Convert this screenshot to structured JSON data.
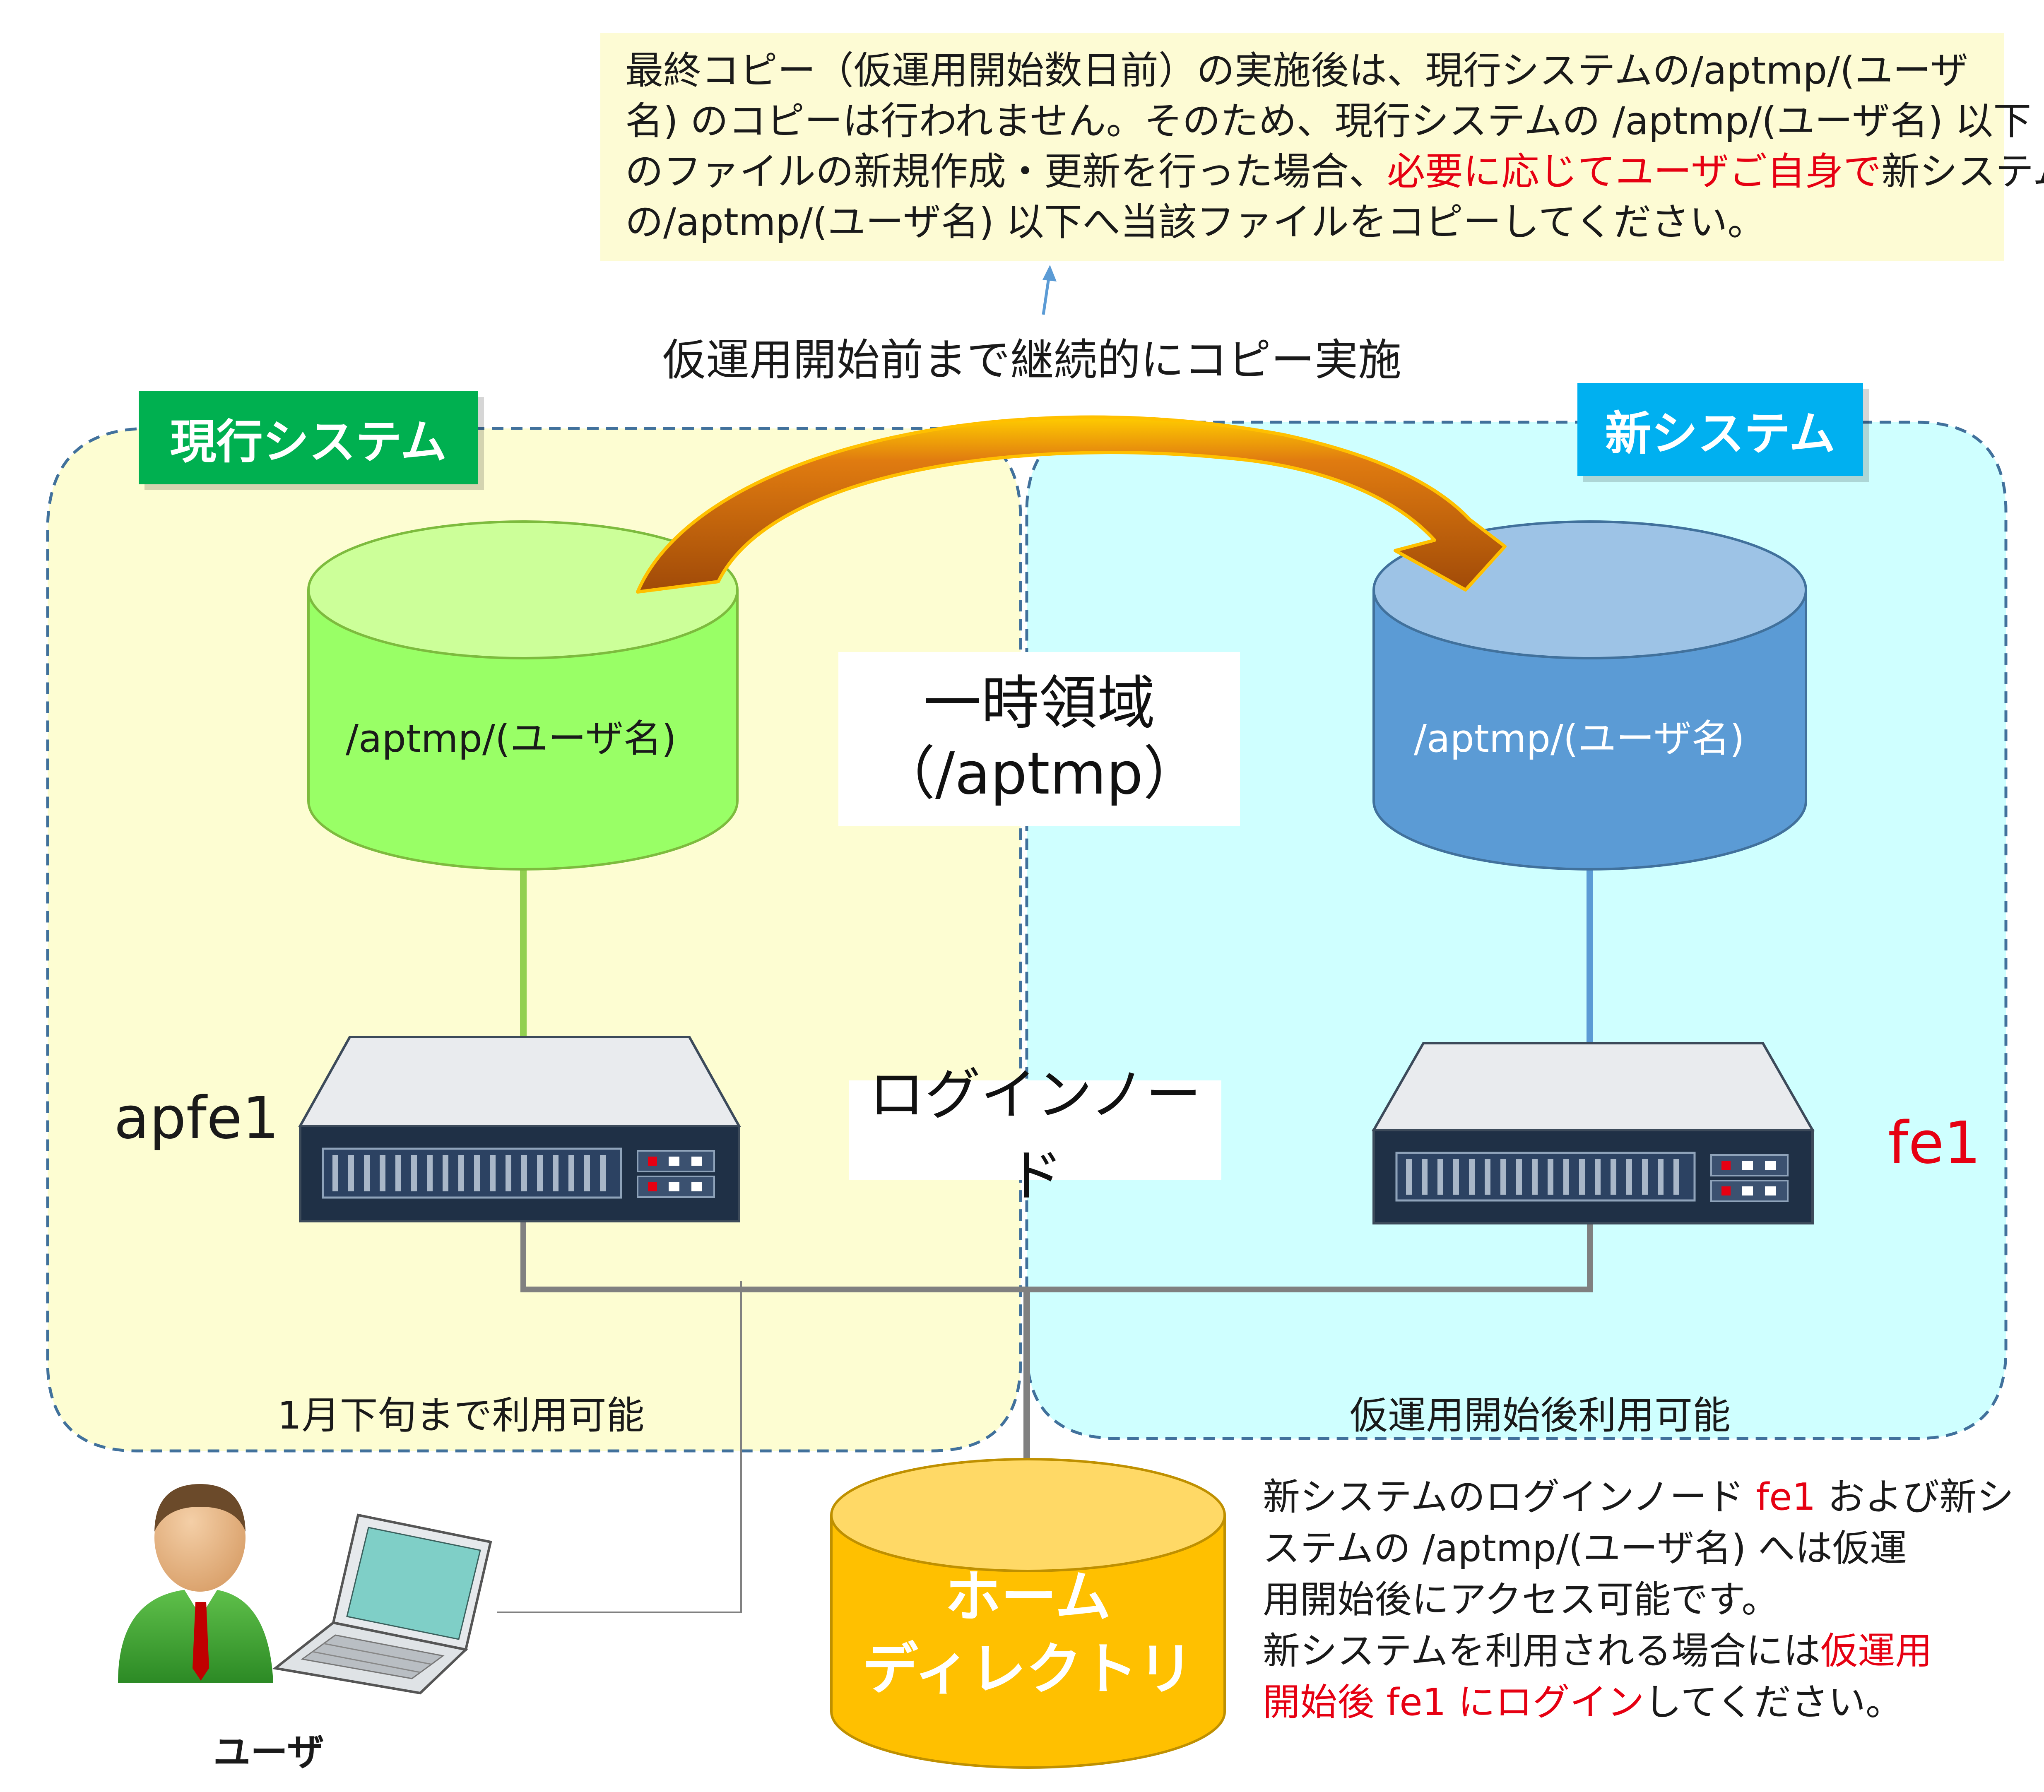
{
  "top_note": {
    "line1": "最終コピー（仮運用開始数日前）の実施後は、現行システムの/aptmp/(ユーザ",
    "line2": "名) のコピーは行われません。そのため、現行システムの /aptmp/(ユーザ名) 以下",
    "line3a": "のファイルの新規作成・更新を行った場合、",
    "line3b": "必要に応じてユーザご自身で",
    "line3c": "新システム",
    "line4": "の/aptmp/(ユーザ名) 以下へ当該ファイルをコピーしてください。"
  },
  "copy_label": "仮運用開始前まで継続的にコピー実施",
  "current_system": {
    "tag": "現行システム",
    "storage_label": "/aptmp/(ユーザ名)",
    "node_name": "apfe1",
    "availability": "1月下旬まで利用可能"
  },
  "new_system": {
    "tag": "新システム",
    "storage_label": "/aptmp/(ユーザ名)",
    "node_name": "fe1",
    "availability": "仮運用開始後利用可能"
  },
  "temp_area": {
    "line1": "一時領域",
    "line2": "（/aptmp）"
  },
  "login_node_label": "ログインノード",
  "home_dir": {
    "line1": "ホーム",
    "line2": "ディレクトリ"
  },
  "user_label": "ユーザ",
  "right_note": {
    "l1a": "新システムのログインノード ",
    "l1b": "fe1",
    "l1c": " および新シ",
    "l2": "ステムの /aptmp/(ユーザ名) へは仮運",
    "l3": "用開始後にアクセス可能です。",
    "l4a": "新システムを利用される場合には",
    "l4b": "仮運用",
    "l5a": "開始後 fe1 にログイン",
    "l5b": "してください。"
  },
  "colors": {
    "current_bg": "#fdfdd2",
    "new_bg": "#ccffff",
    "current_tag": "#00b050",
    "new_tag": "#00b0f0",
    "current_cylinder": "#99ff66",
    "new_cylinder": "#5b9bd5",
    "home_cylinder": "#ffc000",
    "arrow": "#c55a11",
    "highlight_red": "#e60012"
  },
  "icons": [
    "copy-arrow-icon",
    "server-icon",
    "database-cylinder-icon",
    "user-person-icon",
    "laptop-icon"
  ]
}
